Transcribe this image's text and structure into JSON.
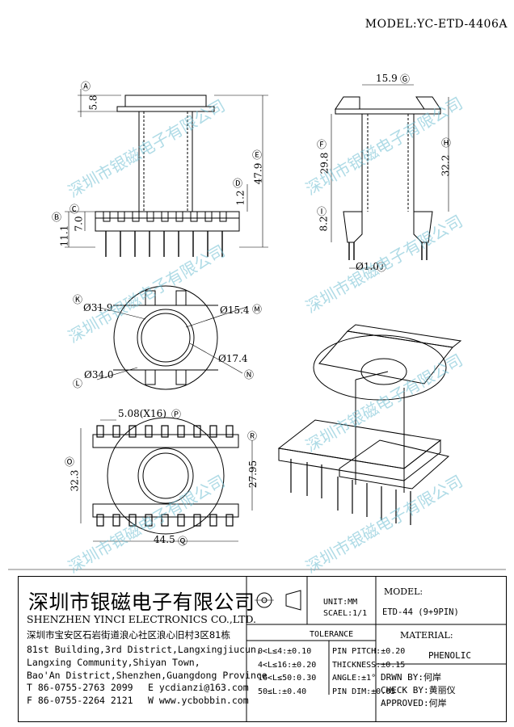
{
  "model_title": "MODEL:YC-ETD-4406A",
  "watermark": "深圳市银磁电子有限公司",
  "dimensions": {
    "A": "5.8",
    "B": "11.1",
    "C": "7.0",
    "D": "1.2",
    "E": "47.9",
    "F": "29.8",
    "G": "15.9",
    "H": "32.2",
    "I": "8.2",
    "J": "1.0",
    "K": "31.9",
    "L": "34.0",
    "M": "15.4",
    "N": "17.4",
    "O": "32.3",
    "P": "5.08(X16)",
    "Q": "44.5",
    "R": "27.95"
  },
  "dim_letters": [
    "A",
    "B",
    "C",
    "D",
    "E",
    "F",
    "G",
    "H",
    "I",
    "J",
    "K",
    "L",
    "M",
    "N",
    "O",
    "P",
    "Q",
    "R"
  ],
  "diameter_symbol": "Ø",
  "company": {
    "name_cn": "深圳市银磁电子有限公司",
    "name_en": "SHENZHEN YINCI ELECTRONICS CO.,LTD.",
    "address_cn": "深圳市宝安区石岩街道浪心社区浪心旧村3区81栋",
    "address_en_1": "81st Building,3rd District,Langxingjiucun,",
    "address_en_2": "Langxing Community,Shiyan Town,",
    "address_en_3": "Bao'An District,Shenzhen,Guangdong Province",
    "tel": "T 86-0755-2763 2099",
    "email": "E ycdianzi@163.com",
    "fax": "F 86-0755-2264 2121",
    "web": "W www.ycbobbin.com"
  },
  "units": {
    "unit": "UNIT:MM",
    "scale": "SCAEL:1/1"
  },
  "model": {
    "label": "MODEL:",
    "value": "ETD-44 (9+9PIN)"
  },
  "material": {
    "label": "MATERIAL:",
    "value": "PHENOLIC"
  },
  "tolerance": {
    "title": "TOLERANCE",
    "rows": [
      [
        "0<L≤4:±0.10",
        "PIN PITCH:±0.20"
      ],
      [
        "4<L≤16:±0.20",
        "THICKNESS:±0.15"
      ],
      [
        "16<L≤50:0.30",
        "ANGLE:±1°"
      ],
      [
        "50≤L:±0.40",
        "PIN DIM:±0.05"
      ]
    ]
  },
  "approvals": {
    "drawn": "DRWN BY:何岸",
    "check": "CHECK BY:黄丽仪",
    "approved": "APPROVED:何岸"
  }
}
